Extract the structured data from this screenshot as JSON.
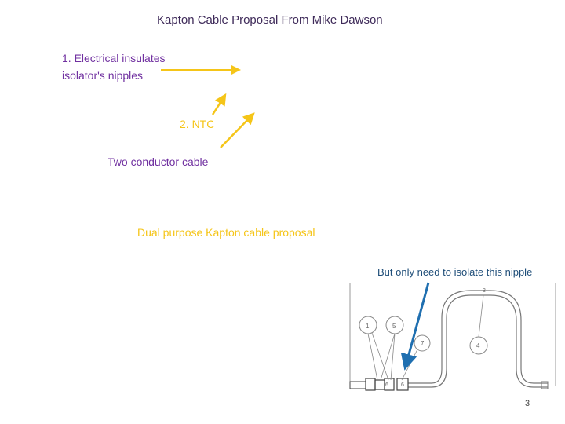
{
  "slide": {
    "title": "Kapton Cable Proposal From Mike Dawson",
    "label_1_line1": "1. Electrical insulates",
    "label_1_line2": "isolator's nipples",
    "label_2": "2. NTC",
    "label_3": "Two conductor cable",
    "label_4": "Dual purpose Kapton cable proposal",
    "note": "But only need to isolate this nipple",
    "page_number": "3"
  },
  "drawing": {
    "circle_labels": [
      "1",
      "5",
      "7",
      "4",
      "3"
    ],
    "joint_labels": [
      "",
      "6",
      "6",
      ""
    ]
  },
  "colors": {
    "title": "#3f2b5a",
    "purple_text": "#7030a0",
    "yellow_arrow": "#f5c518",
    "blue_arrow": "#1f6fb0"
  }
}
